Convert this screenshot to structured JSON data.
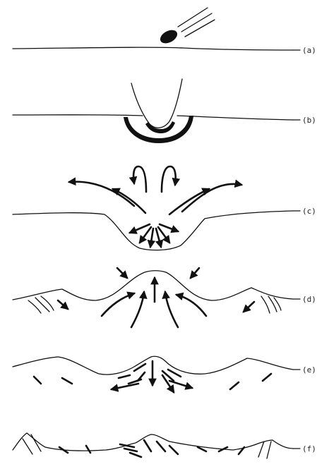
{
  "panels": [
    {
      "id": "a",
      "label": "(a)"
    },
    {
      "id": "b",
      "label": "(b)"
    },
    {
      "id": "c",
      "label": "(c)"
    },
    {
      "id": "d",
      "label": "(d)"
    },
    {
      "id": "e",
      "label": "(e)"
    },
    {
      "id": "f",
      "label": "(f)"
    }
  ]
}
